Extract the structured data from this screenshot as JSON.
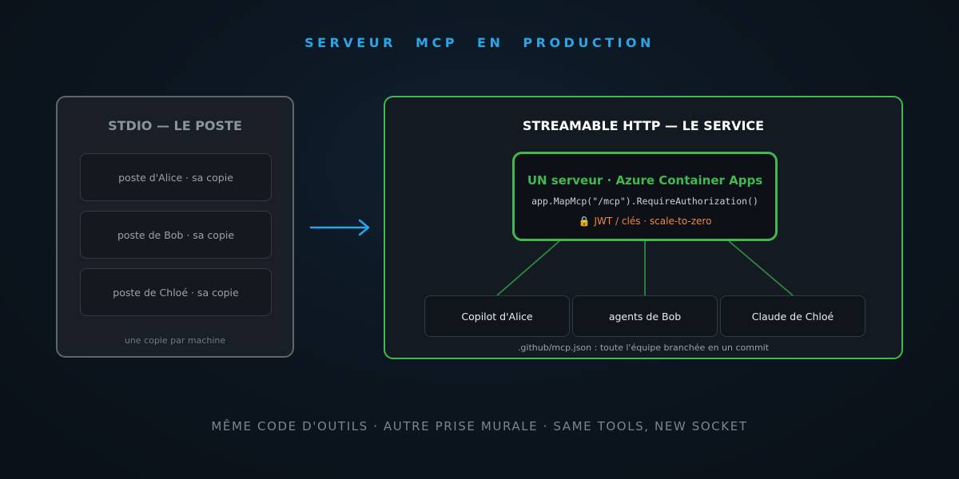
{
  "title": "SERVEUR MCP EN PRODUCTION",
  "stdio": {
    "title": "STDIO — LE POSTE",
    "items": [
      "poste d'Alice · sa copie",
      "poste de Bob · sa copie",
      "poste de Chloé · sa copie"
    ],
    "footer": "une copie par machine"
  },
  "http": {
    "title": "STREAMABLE HTTP — LE SERVICE",
    "server": {
      "title": "UN serveur · Azure Container Apps",
      "code": "app.MapMcp(\"/mcp\").RequireAuthorization()",
      "auth": "JWT / clés · scale-to-zero",
      "auth_icon": "lock-icon"
    },
    "clients": [
      "Copilot d'Alice",
      "agents de Bob",
      "Claude de Chloé"
    ],
    "footer": ".github/mcp.json : toute l'équipe branchée en un commit"
  },
  "bottom_caption": "MÊME CODE D'OUTILS · AUTRE PRISE MURALE · SAME TOOLS, NEW SOCKET",
  "colors": {
    "accent_blue": "#2aa5e8",
    "accent_green": "#3fb950",
    "accent_orange": "#f0883e",
    "stdio_border": "#5f6670"
  }
}
